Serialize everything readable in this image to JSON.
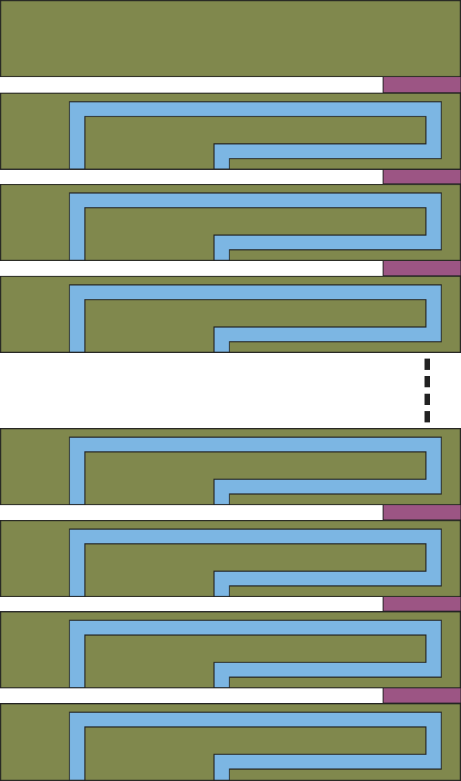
{
  "diagram": {
    "colors": {
      "layer": "#80884d",
      "channel": "#7cb6e3",
      "contact": "#9c5584",
      "outline": "#222222",
      "background": "#ffffff"
    },
    "layers": [
      {
        "kind": "plain"
      },
      {
        "kind": "channel"
      },
      {
        "kind": "channel"
      },
      {
        "kind": "channel"
      },
      {
        "kind": "channel"
      },
      {
        "kind": "channel"
      },
      {
        "kind": "channel"
      },
      {
        "kind": "channel"
      }
    ],
    "continuation": "vertical-dashed-ellipsis"
  }
}
